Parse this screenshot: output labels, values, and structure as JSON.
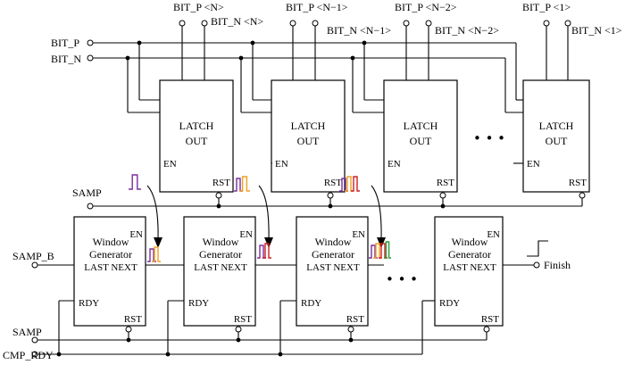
{
  "signals": {
    "bit_p": "BIT_P",
    "bit_n": "BIT_N",
    "samp_top": "SAMP",
    "samp_b": "SAMP_B",
    "samp_bottom": "SAMP",
    "cmp_rdy": "CMP_RDY",
    "finish": "Finish"
  },
  "bus_labels": [
    "BIT_P <N>",
    "BIT_N <N>",
    "BIT_P <N−1>",
    "BIT_N <N−1>",
    "BIT_P <N−2>",
    "BIT_N <N−2>",
    "BIT_P <1>",
    "BIT_N <1>"
  ],
  "latch": {
    "title_line1": "LATCH",
    "title_line2": "OUT",
    "en": "EN",
    "rst": "RST"
  },
  "window": {
    "title_line1": "Window",
    "title_line2": "Generator",
    "last_next": "LAST NEXT",
    "en": "EN",
    "rdy": "RDY",
    "rst": "RST"
  },
  "ellipsis": "• • •",
  "colors": {
    "purple": "#7a2da0",
    "orange": "#f0a020",
    "red": "#d02020",
    "green": "#2a9a3a"
  }
}
